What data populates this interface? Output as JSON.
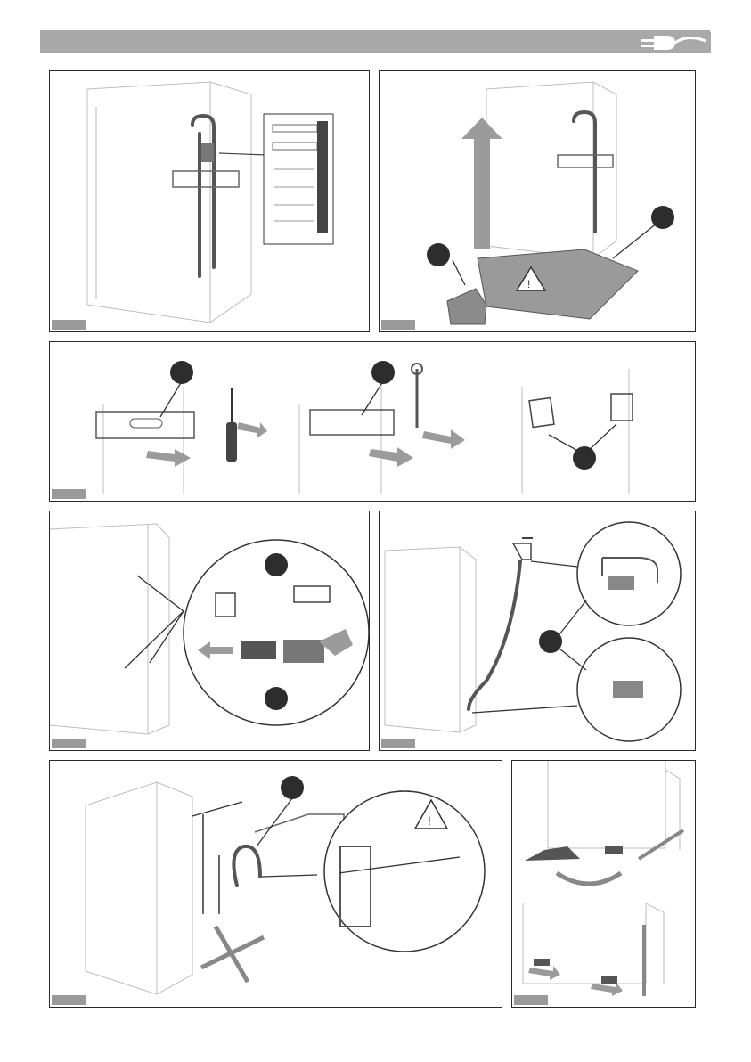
{
  "page": {
    "header_icon": "plug-icon",
    "accent": "#a9a9a9",
    "badge_color": "#2d2d2d"
  },
  "panels": [
    {
      "id": "rating-label",
      "icons": [
        "barcode-icon",
        "rating-plate-icon"
      ]
    },
    {
      "id": "remove-base",
      "icons": [
        "up-arrow-icon",
        "warning-icon"
      ]
    },
    {
      "id": "transport-bracket",
      "icons": [
        "screwdriver-icon",
        "wrench-icon",
        "cover-cap-icon"
      ]
    },
    {
      "id": "hose-clips",
      "icons": [
        "clip-icon"
      ]
    },
    {
      "id": "water-inlet",
      "icons": [
        "tap-icon"
      ]
    },
    {
      "id": "drain-hose",
      "icons": [
        "warning-icon",
        "cross-icon"
      ]
    },
    {
      "id": "leveling-feet",
      "icons": [
        "rotate-arrow-icon"
      ]
    }
  ]
}
